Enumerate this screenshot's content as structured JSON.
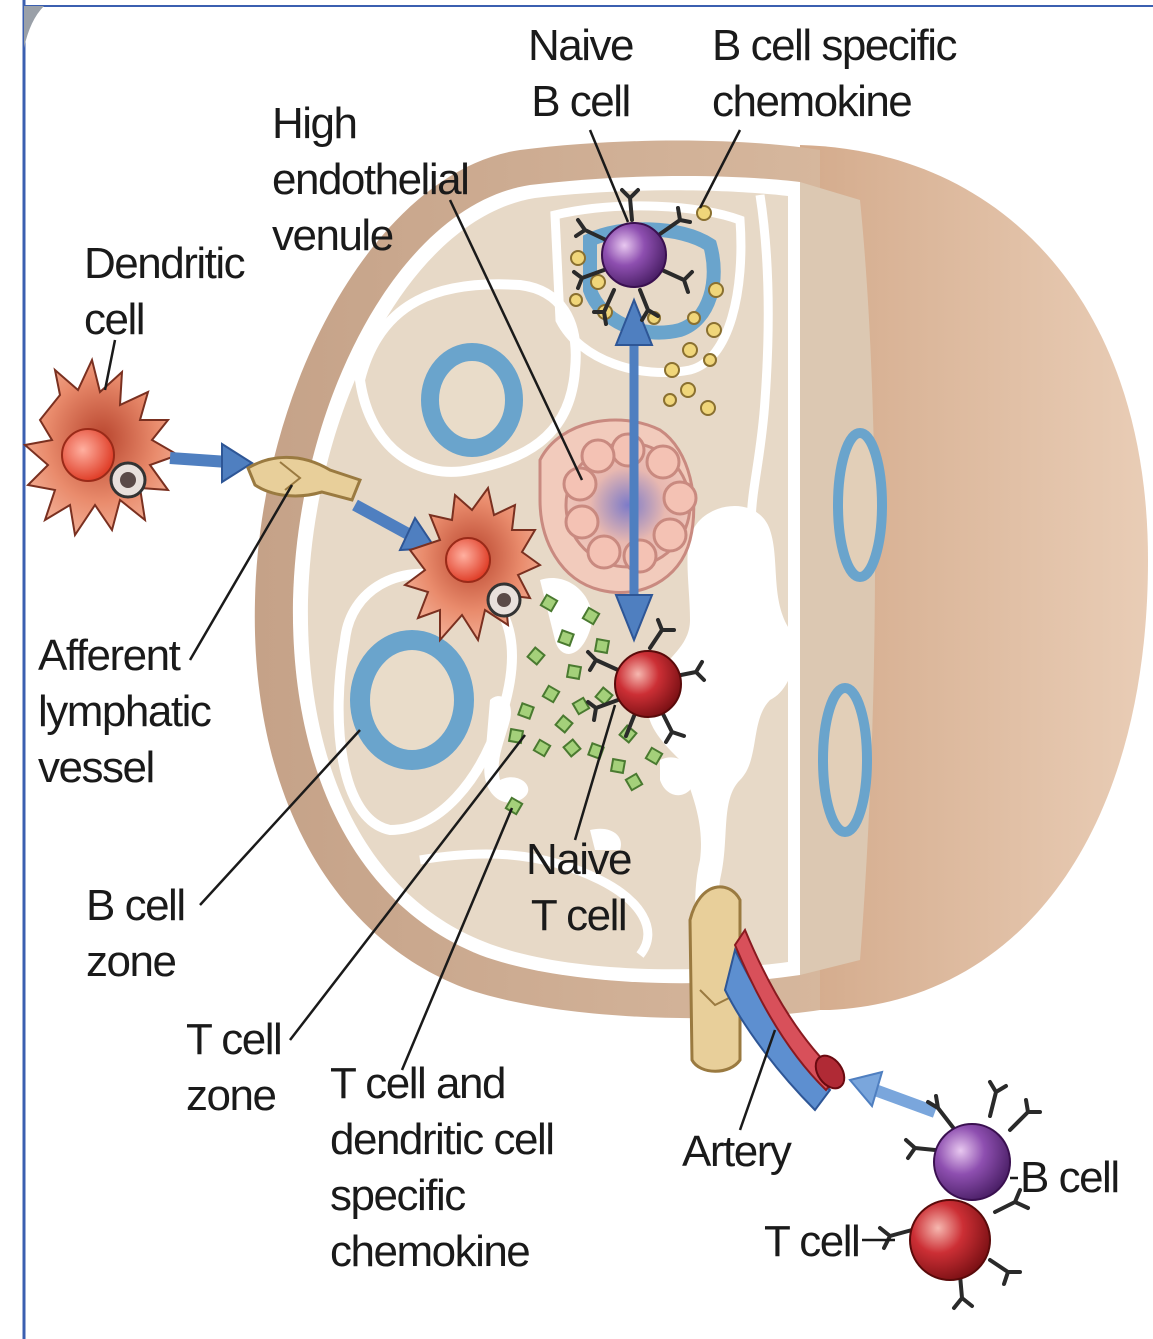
{
  "labels": {
    "naive_b_cell": [
      "Naive",
      "B cell"
    ],
    "b_cell_chemokine": [
      "B cell specific",
      "chemokine"
    ],
    "hev": [
      "High",
      "endothelial",
      "venule"
    ],
    "dendritic_cell": [
      "Dendritic",
      "cell"
    ],
    "afferent_vessel": [
      "Afferent",
      "lymphatic",
      "vessel"
    ],
    "b_cell_zone": [
      "B cell",
      "zone"
    ],
    "t_cell_zone": [
      "T cell",
      "zone"
    ],
    "t_cell_chemokine": [
      "T cell and",
      "dendritic cell",
      "specific",
      "chemokine"
    ],
    "naive_t_cell": [
      "Naive",
      "T cell"
    ],
    "artery": [
      "Artery"
    ],
    "b_cell": [
      "B cell"
    ],
    "t_cell": [
      "T cell"
    ]
  },
  "colors": {
    "capsule": "#c9a98f",
    "node_interior": "#e6d8c5",
    "follicle": "#6aa4cc",
    "b_cell": "#7a3d9a",
    "t_cell": "#c2272d",
    "dendritic": "#e88a6a",
    "b_chemokine": "#f0d67a",
    "t_chemokine": "#8cc56a",
    "arrow": "#4f7fc0",
    "artery": "#d8505a",
    "vein": "#5d8fd0",
    "lymph_vessel": "#e8cf9a"
  }
}
